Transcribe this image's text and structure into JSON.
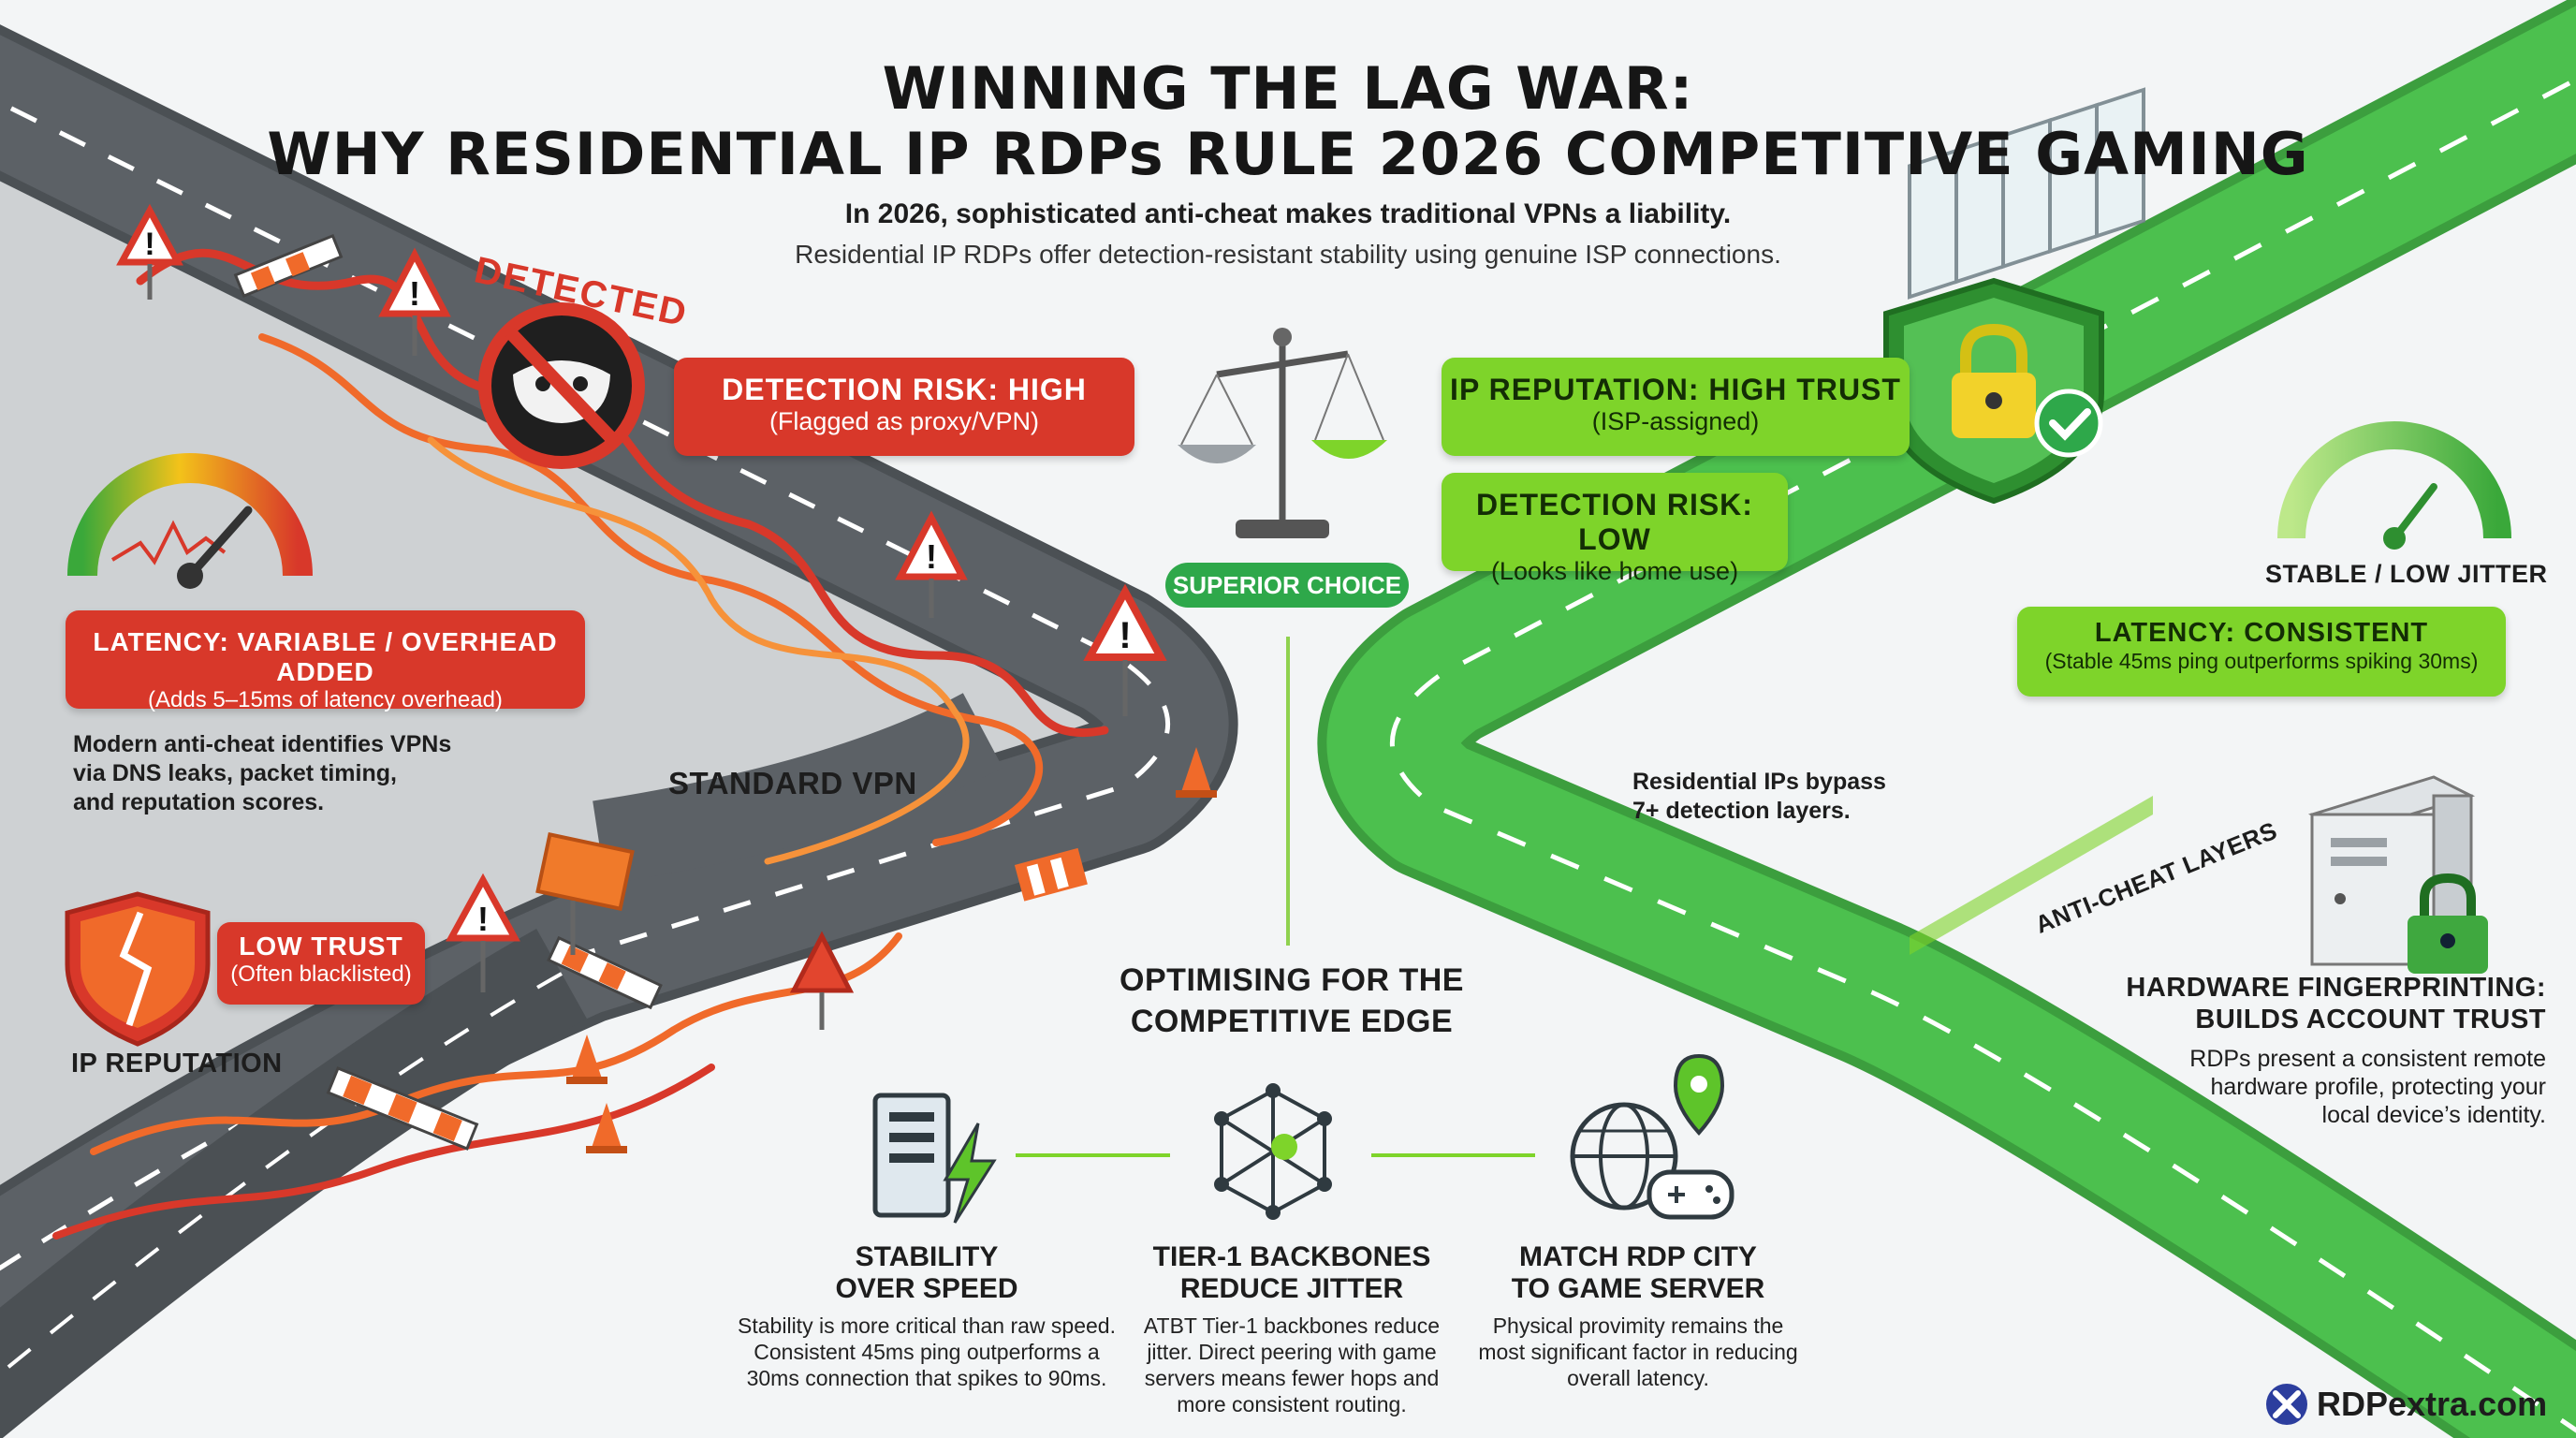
{
  "header": {
    "title_line1": "WINNING THE LAG WAR:",
    "title_line2": "WHY RESIDENTIAL IP RDPs RULE 2026 COMPETITIVE GAMING",
    "subtitle_line1": "In 2026, sophisticated anti-cheat makes traditional VPNs a liability.",
    "subtitle_line2": "Residential IP RDPs offer detection-resistant stability using genuine ISP connections."
  },
  "left": {
    "detected_stamp": "DETECTED",
    "detection_risk": {
      "heading": "DETECTION RISK: HIGH",
      "detail": "(Flagged as proxy/VPN)"
    },
    "latency": {
      "heading": "LATENCY: VARIABLE / OVERHEAD ADDED",
      "detail": "(Adds 5–15ms of latency overhead)"
    },
    "anticheat_text": [
      "Modern anti-cheat identifies VPNs",
      "via DNS leaks, packet timing,",
      "and reputation scores."
    ],
    "road_label": "STANDARD VPN",
    "trust": {
      "heading": "LOW TRUST",
      "detail": "(Often blacklisted)"
    },
    "ip_reputation_label": "IP REPUTATION"
  },
  "center": {
    "badge": "SUPERIOR CHOICE",
    "optimising_line1": "OPTIMISING FOR THE",
    "optimising_line2": "COMPETITIVE EDGE"
  },
  "right": {
    "ip_reputation": {
      "heading": "IP REPUTATION: HIGH TRUST",
      "detail": "(ISP-assigned)"
    },
    "detection_risk": {
      "heading": "DETECTION RISK: LOW",
      "detail": "(Looks like home use)"
    },
    "gauge_label": "STABLE / LOW JITTER",
    "latency": {
      "heading": "LATENCY: CONSISTENT",
      "detail": "(Stable 45ms ping outperforms spiking 30ms)"
    },
    "bypass_text": [
      "Residential IPs bypass",
      "7+ detection layers."
    ],
    "layers_label": "ANTI-CHEAT LAYERS",
    "hardware_title": [
      "HARDWARE FINGERPRINTING:",
      "BUILDS ACCOUNT TRUST"
    ],
    "hardware_text": [
      "RDPs present a consistent remote",
      "hardware profile, protecting your",
      "local device’s identity."
    ]
  },
  "footer": [
    {
      "title": [
        "STABILITY",
        "OVER SPEED"
      ],
      "text": [
        "Stability is more critical than raw speed.",
        "Consistent 45ms ping outperforms a",
        "30ms connection that spikes to 90ms."
      ]
    },
    {
      "title": [
        "TIER-1 BACKBONES",
        "REDUCE JITTER"
      ],
      "text": [
        "ATBT Tier-1 backbones reduce",
        "jitter. Direct peering with game",
        "servers means fewer hops and",
        "more consistent routing."
      ]
    },
    {
      "title": [
        "MATCH RDP CITY",
        "TO GAME SERVER"
      ],
      "text": [
        "Physical provimity remains the",
        "most significant factor in reducing",
        "overall latency."
      ]
    }
  ],
  "brand": {
    "name": "RDPextra.com"
  },
  "icons": [
    "warning-icon",
    "barrier-icon",
    "detected-mask-icon",
    "gauge-icon",
    "broken-shield-icon",
    "traffic-cone-icon",
    "balance-scale-icon",
    "lock-shield-icon",
    "check-icon",
    "server-lightning-icon",
    "network-mesh-icon",
    "globe-pin-gamepad-icon",
    "server-lock-icon",
    "firewall-layers-icon"
  ],
  "colors": {
    "danger": "#d8382a",
    "success": "#7ed42a",
    "road_green": "#45b947",
    "road_gray": "#5a5f63",
    "route_orange": "#f06a2a"
  }
}
